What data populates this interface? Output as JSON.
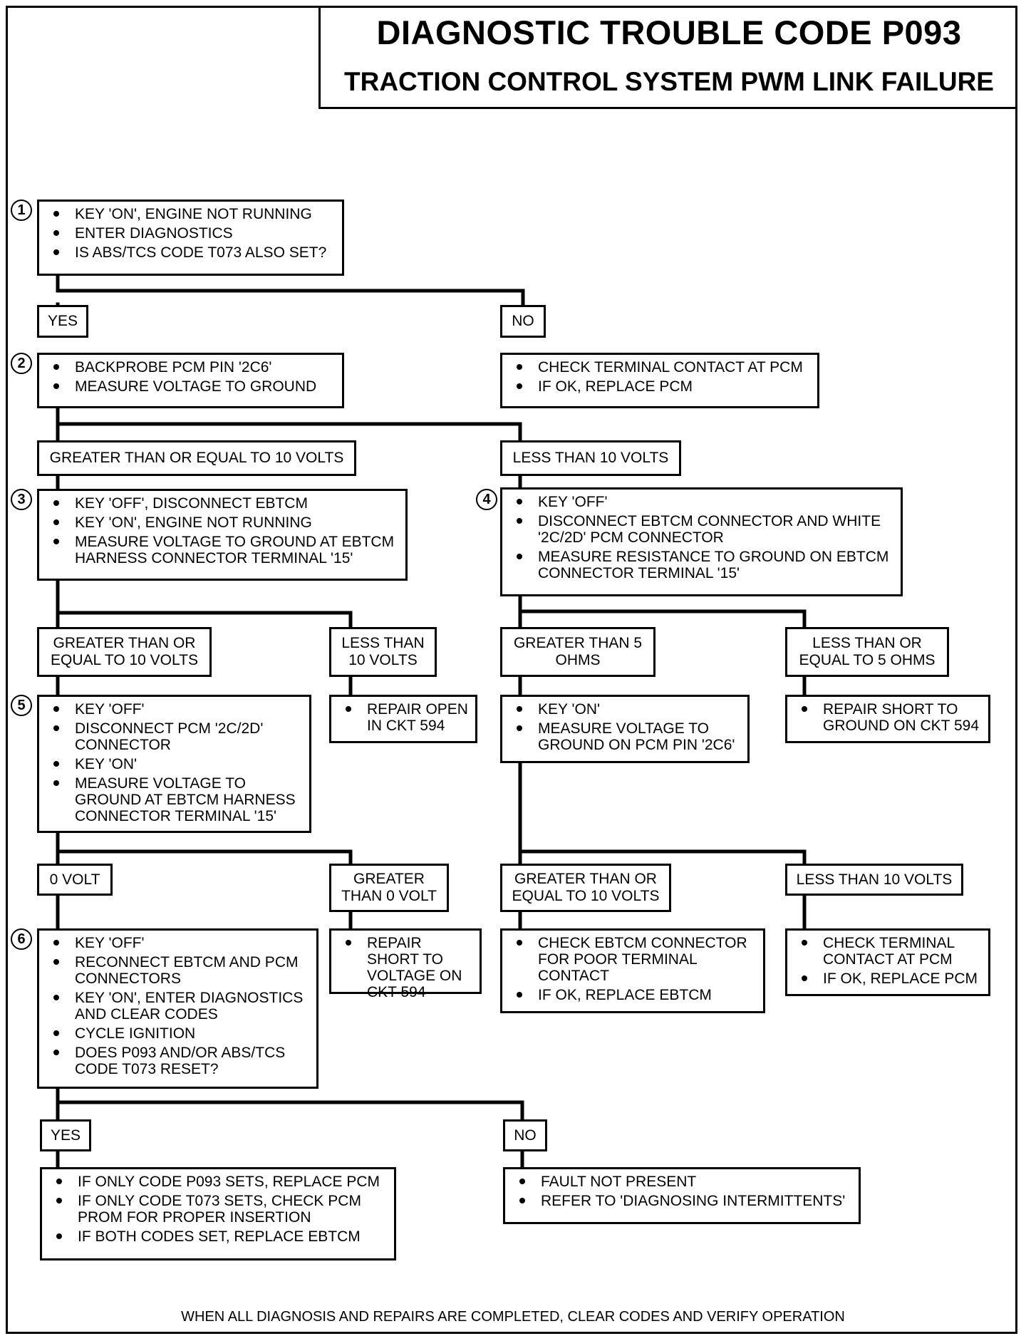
{
  "title": "DIAGNOSTIC TROUBLE CODE P093",
  "subtitle": "TRACTION CONTROL SYSTEM PWM LINK FAILURE",
  "footer": "WHEN ALL DIAGNOSIS AND REPAIRS ARE COMPLETED, CLEAR CODES AND VERIFY OPERATION",
  "steps": {
    "s1": {
      "number": "1",
      "lines": [
        "KEY 'ON', ENGINE NOT RUNNING",
        "ENTER DIAGNOSTICS",
        "IS ABS/TCS CODE T073 ALSO SET?"
      ]
    },
    "s2": {
      "number": "2",
      "lines": [
        "BACKPROBE PCM PIN '2C6'",
        "MEASURE VOLTAGE TO GROUND"
      ]
    },
    "s3": {
      "number": "3",
      "lines": [
        "KEY 'OFF', DISCONNECT EBTCM",
        "KEY 'ON', ENGINE NOT RUNNING",
        "MEASURE VOLTAGE TO GROUND AT EBTCM HARNESS CONNECTOR TERMINAL '15'"
      ]
    },
    "s4": {
      "number": "4",
      "lines": [
        "KEY 'OFF'",
        "DISCONNECT EBTCM CONNECTOR AND WHITE '2C/2D' PCM CONNECTOR",
        "MEASURE RESISTANCE TO GROUND ON EBTCM CONNECTOR TERMINAL '15'"
      ]
    },
    "s5": {
      "number": "5",
      "lines": [
        "KEY 'OFF'",
        "DISCONNECT PCM '2C/2D' CONNECTOR",
        "KEY 'ON'",
        "MEASURE VOLTAGE TO GROUND AT EBTCM HARNESS CONNECTOR TERMINAL '15'"
      ]
    },
    "s6": {
      "number": "6",
      "lines": [
        "KEY 'OFF'",
        "RECONNECT EBTCM AND PCM CONNECTORS",
        "KEY 'ON', ENTER DIAGNOSTICS AND CLEAR CODES",
        "CYCLE IGNITION",
        "DOES P093 AND/OR ABS/TCS CODE T073 RESET?"
      ]
    }
  },
  "actions": {
    "no_check_pcm": [
      "CHECK TERMINAL CONTACT AT PCM",
      "IF OK, REPLACE PCM"
    ],
    "repair_open": [
      "REPAIR OPEN IN CKT 594"
    ],
    "s4_key_on": [
      "KEY 'ON'",
      "MEASURE VOLTAGE TO GROUND ON PCM PIN '2C6'"
    ],
    "repair_short_ground": [
      "REPAIR SHORT TO GROUND ON CKT 594"
    ],
    "repair_short_voltage": [
      "REPAIR SHORT TO VOLTAGE ON CKT 594"
    ],
    "check_ebtcm": [
      "CHECK EBTCM CONNECTOR FOR POOR TERMINAL CONTACT",
      "IF OK, REPLACE EBTCM"
    ],
    "check_terminal_pcm": [
      "CHECK TERMINAL CONTACT AT PCM",
      "IF OK, REPLACE PCM"
    ],
    "final_yes": [
      "IF ONLY CODE P093 SETS, REPLACE PCM",
      "IF ONLY CODE T073 SETS, CHECK PCM PROM FOR PROPER INSERTION",
      "IF BOTH CODES SET, REPLACE EBTCM"
    ],
    "final_no": [
      "FAULT NOT PRESENT",
      "REFER TO 'DIAGNOSING INTERMITTENTS'"
    ]
  },
  "labels": {
    "yes1": "YES",
    "no1": "NO",
    "ge10_s2": "GREATER THAN OR EQUAL TO 10 VOLTS",
    "lt10_s2": "LESS THAN 10 VOLTS",
    "ge10_s3": "GREATER THAN OR\nEQUAL TO 10 VOLTS",
    "lt10_s3": "LESS THAN\n10 VOLTS",
    "gt5": "GREATER THAN 5\nOHMS",
    "le5": "LESS THAN OR\nEQUAL TO 5 OHMS",
    "zero": "0 VOLT",
    "gt0": "GREATER\nTHAN 0 VOLT",
    "ge10_s4b": "GREATER THAN OR\nEQUAL TO 10 VOLTS",
    "lt10_s4b": "LESS THAN 10 VOLTS",
    "yes2": "YES",
    "no2": "NO"
  }
}
